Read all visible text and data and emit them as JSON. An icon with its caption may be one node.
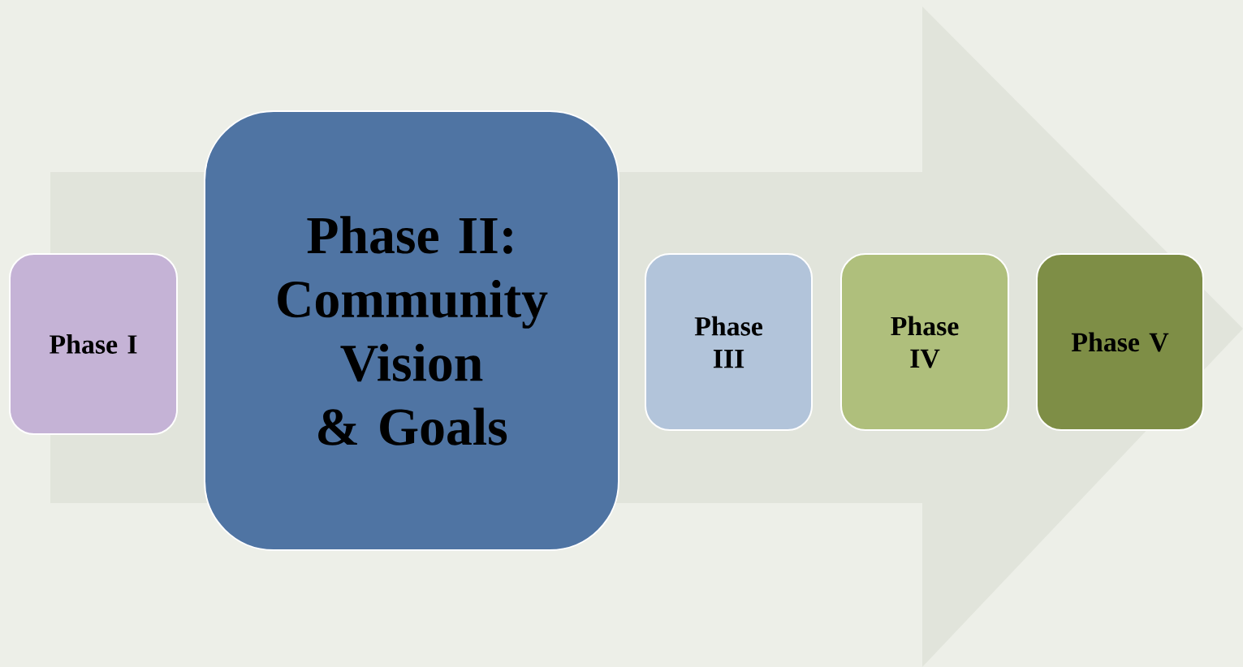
{
  "diagram": {
    "nodes": [
      {
        "text": [
          "Phase I"
        ]
      },
      {
        "text": [
          "Phase II: Community Vision & Goals"
        ]
      },
      {
        "text": [
          "Phase III"
        ]
      },
      {
        "text": [
          "Phase IV"
        ]
      },
      {
        "text": [
          "Phase V"
        ]
      }
    ]
  }
}
